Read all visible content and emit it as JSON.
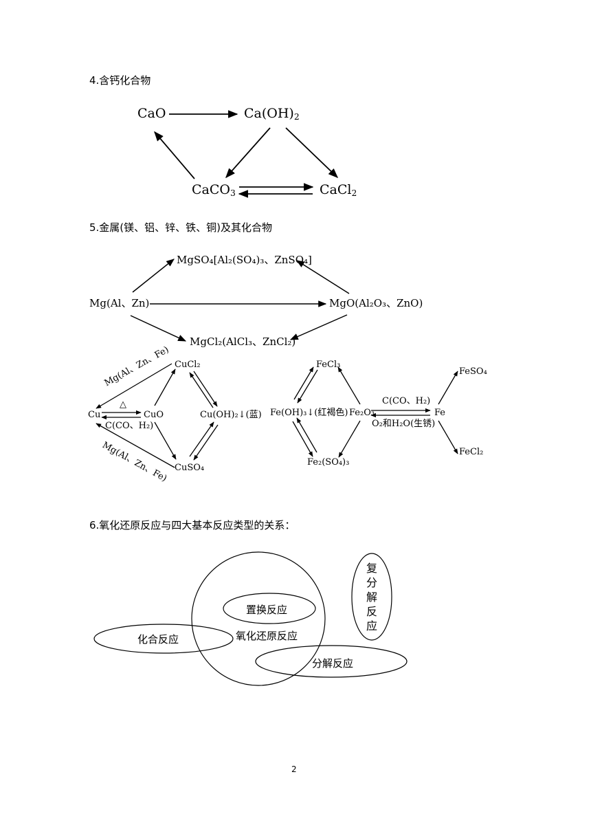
{
  "sections": {
    "s4": {
      "title": "4.含钙化合物"
    },
    "s5": {
      "title": "5.金属(镁、铝、锌、铁、铜)及其化合物"
    },
    "s6": {
      "title": "6.氧化还原反应与四大基本反应类型的关系："
    }
  },
  "calcium": {
    "cao": "CaO",
    "caoh2": {
      "main": "Ca(OH)",
      "sub": "2"
    },
    "caco3": {
      "main": "CaCO",
      "sub": "3"
    },
    "cacl2": {
      "main": "CaCl",
      "sub": "2"
    }
  },
  "metals": {
    "mg": "Mg(Al、Zn)",
    "sulfates": "MgSO₄[Al₂(SO₄)₃、ZnSO₄]",
    "oxides": "MgO(Al₂O₃、ZnO)",
    "chlorides": "MgCl₂(AlCl₃、ZnCl₂)"
  },
  "copper": {
    "cucl2": "CuCl₂",
    "cu": "Cu",
    "cuo": "CuO",
    "cuoh2": "Cu(OH)₂↓(蓝)",
    "cuso4": "CuSO₄",
    "reagent_top": "Mg(Al、Zn、Fe)",
    "reagent_bottom": "Mg(Al、Zn、Fe)",
    "heat": "△",
    "reductant": "C(CO、H₂)"
  },
  "iron": {
    "fecl3": "FeCl₃",
    "feoh3": "Fe(OH)₃↓(红褐色)",
    "fe2o3": "Fe₂O₃",
    "fe2so43": "Fe₂(SO₄)₃",
    "fe": "Fe",
    "feso4": "FeSO₄",
    "fecl2": "FeCl₂",
    "reductant": "C(CO、H₂)",
    "rust": "O₂和H₂O(生锈)"
  },
  "venn": {
    "combination": "化合反应",
    "redox": "氧化还原反应",
    "displacement": "置换反应",
    "decomposition": "分解反应",
    "double_decomposition": "复分解反应"
  },
  "page_number": "2"
}
